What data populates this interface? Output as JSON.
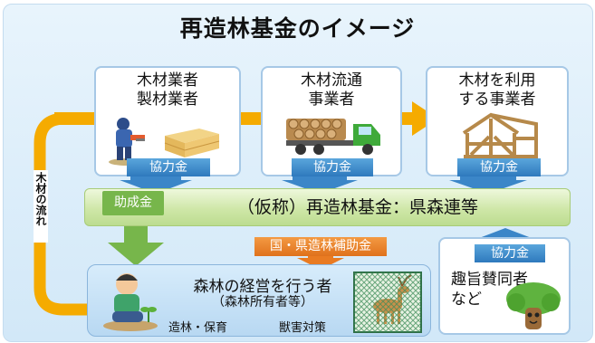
{
  "title": "再造林基金のイメージ",
  "flow_label": "木材の流れ",
  "businesses": [
    {
      "label_line1": "木材業者",
      "label_line2": "製材業者",
      "contribution": "協力金"
    },
    {
      "label_line1": "木材流通",
      "label_line2": "事業者",
      "contribution": "協力金"
    },
    {
      "label_line1": "木材を利用",
      "label_line2": "する事業者",
      "contribution": "協力金"
    }
  ],
  "fund": {
    "label": "（仮称）再造林基金：県森連等",
    "grant_label": "助成金"
  },
  "subsidy": {
    "label": "国・県造林補助金"
  },
  "owner": {
    "title": "森林の経営を行う者",
    "subtitle": "（森林所有者等）",
    "activity_left": "造林・保育",
    "activity_right": "獣害対策"
  },
  "supporters": {
    "contribution": "協力金",
    "label_line1": "趣旨賛同者",
    "label_line2": "など"
  },
  "colors": {
    "arrow_orange": "#f5ab00",
    "grant_green": "#77b64b",
    "info_blue": "#3b86c8",
    "subsidy_orange": "#e97b22"
  },
  "icons": [
    "worker-chainsaw-icon",
    "lumber-stack-icon",
    "log-truck-icon",
    "house-frame-icon",
    "farmer-seedling-icon",
    "deer-fence-icon",
    "tree-character-icon"
  ]
}
